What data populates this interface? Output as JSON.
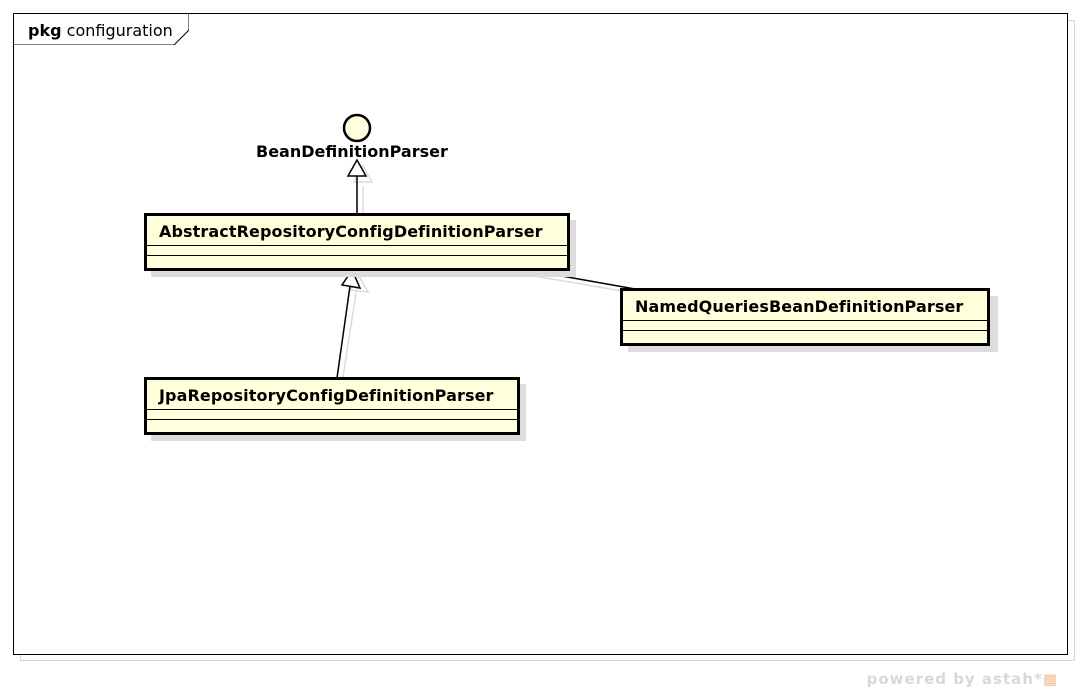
{
  "package": {
    "keyword": "pkg",
    "name": "configuration"
  },
  "interface": {
    "name": "BeanDefinitionParser"
  },
  "classes": [
    {
      "name": "AbstractRepositoryConfigDefinitionParser"
    },
    {
      "name": "NamedQueriesBeanDefinitionParser"
    },
    {
      "name": "JpaRepositoryConfigDefinitionParser"
    }
  ],
  "footer": {
    "text": "powered by astah*"
  },
  "colors": {
    "class_fill": "#ffffdc",
    "shadow": "#dcdcdc",
    "border": "#000000"
  }
}
